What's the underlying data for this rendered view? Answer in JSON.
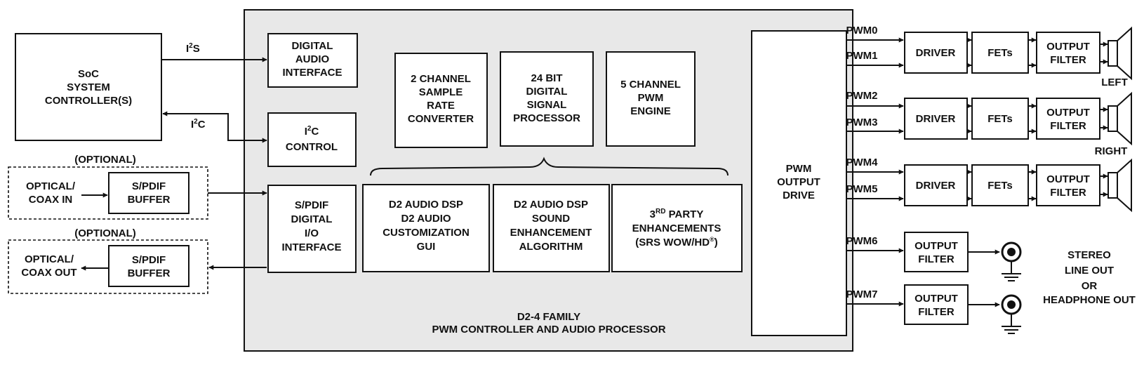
{
  "soc": {
    "l1": "SoC",
    "l2": "SYSTEM",
    "l3": "CONTROLLER(S)"
  },
  "i2s_label": {
    "pre": "I",
    "sup": "2",
    "post": "S"
  },
  "i2c_label": {
    "pre": "I",
    "sup": "2",
    "post": "C"
  },
  "dai": {
    "l1": "DIGITAL",
    "l2": "AUDIO",
    "l3": "INTERFACE"
  },
  "i2c_control": {
    "pre": "I",
    "sup": "2",
    "post": "C",
    "l2": "CONTROL"
  },
  "optional_in": "(OPTIONAL)",
  "optional_out": "(OPTIONAL)",
  "optical_in": {
    "l1": "OPTICAL/",
    "l2": "COAX IN"
  },
  "optical_out": {
    "l1": "OPTICAL/",
    "l2": "COAX OUT"
  },
  "spdif_buffer_in": {
    "l1": "S/PDIF",
    "l2": "BUFFER"
  },
  "spdif_buffer_out": {
    "l1": "S/PDIF",
    "l2": "BUFFER"
  },
  "spdif_io": {
    "l1": "S/PDIF",
    "l2": "DIGITAL",
    "l3": "I/O",
    "l4": "INTERFACE"
  },
  "src": {
    "l1": "2 CHANNEL",
    "l2": "SAMPLE",
    "l3": "RATE",
    "l4": "CONVERTER"
  },
  "dsp24": {
    "l1": "24 BIT",
    "l2": "DIGITAL",
    "l3": "SIGNAL",
    "l4": "PROCESSOR"
  },
  "pwm_engine": {
    "l1": "5 CHANNEL",
    "l2": "PWM",
    "l3": "ENGINE"
  },
  "gui": {
    "l1": "D2 AUDIO DSP",
    "l2": "D2 AUDIO",
    "l3": "CUSTOMIZATION",
    "l4": "GUI"
  },
  "algo": {
    "l1": "D2 AUDIO DSP",
    "l2": "SOUND",
    "l3": "ENHANCEMENT",
    "l4": "ALGORITHM"
  },
  "third_party": {
    "n": "3",
    "sup": "RD",
    "rest": " PARTY",
    "l2": "ENHANCEMENTS",
    "l3pre": "(SRS WOW/HD",
    "l3sup": "®",
    "l3post": ")"
  },
  "family": {
    "l1": "D2-4 FAMILY",
    "l2": "PWM CONTROLLER AND AUDIO PROCESSOR"
  },
  "pwm_drive": {
    "l1": "PWM",
    "l2": "OUTPUT",
    "l3": "DRIVE"
  },
  "pwm_labels": [
    "PWM0",
    "PWM1",
    "PWM2",
    "PWM3",
    "PWM4",
    "PWM5",
    "PWM6",
    "PWM7"
  ],
  "driver_label": "DRIVER",
  "fets_label": "FETs",
  "filter": {
    "l1": "OUTPUT",
    "l2": "FILTER"
  },
  "left_label": "LEFT",
  "right_label": "RIGHT",
  "stereo": {
    "l1": "STEREO",
    "l2": "LINE OUT",
    "l3": "OR",
    "l4": "HEADPHONE OUT"
  }
}
